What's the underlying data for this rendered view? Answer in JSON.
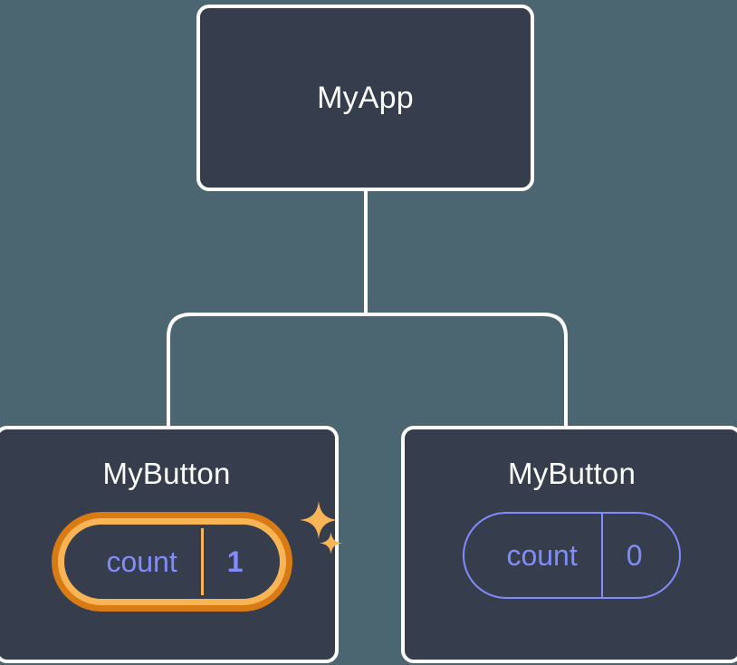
{
  "diagram": {
    "type": "component-tree",
    "background_color": "#4c6671",
    "node_fill_color": "#363d4d",
    "node_border_color": "#ffffff",
    "edge_color": "#ffffff",
    "state_text_color": "#818cf8",
    "highlight_outer_color": "#d97b15",
    "highlight_inner_color": "#f9b456",
    "sparkle_color": "#f9b456",
    "nodes": {
      "root": {
        "title": "MyApp"
      },
      "child_left": {
        "title": "MyButton",
        "state": {
          "key": "count",
          "value": "1",
          "highlighted": true
        },
        "sparkle_large_icon": "sparkle-icon",
        "sparkle_small_icon": "sparkle-icon"
      },
      "child_right": {
        "title": "MyButton",
        "state": {
          "key": "count",
          "value": "0",
          "highlighted": false
        }
      }
    }
  }
}
